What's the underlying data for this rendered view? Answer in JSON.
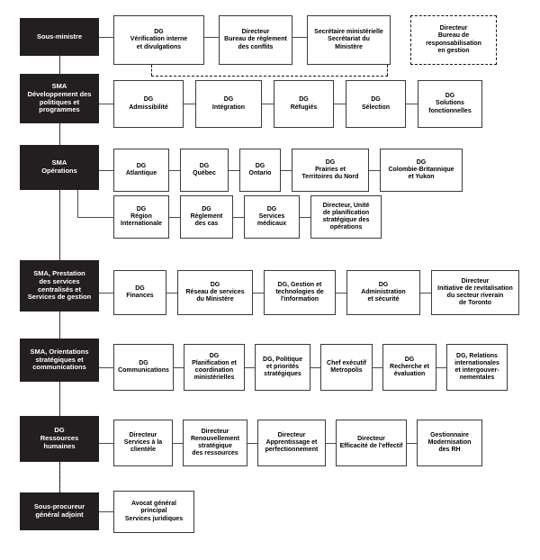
{
  "document": {
    "title": "Organigramme du Ministère",
    "language": "fr",
    "colors": {
      "unit_box_fill": "#231f20",
      "unit_box_text": "#ffffff",
      "leaf_box_fill": "#ffffff",
      "leaf_box_text": "#000000",
      "connector": "#4a4a4a",
      "background": "#ffffff"
    }
  },
  "rows": [
    {
      "id": "row-sous-ministre",
      "unit": {
        "label": "Sous-ministre"
      },
      "children": [
        {
          "label": "DG\nVérification interne\net divulgations",
          "style": "solid"
        },
        {
          "label": "Directeur\nBureau de règlement\ndes conflits",
          "style": "solid"
        },
        {
          "label": "Secrétaire ministérielle\nSecrétariat du\nMinistère",
          "style": "solid"
        },
        {
          "label": "Directeur\nBureau de\nresponsabilisation\nen gestion",
          "style": "dashed"
        }
      ]
    },
    {
      "id": "row-politiques",
      "unit": {
        "label": "SMA\nDéveloppement des\npolitiques et\nprogrammes"
      },
      "children": [
        {
          "label": "DG\nAdmissibilité",
          "style": "solid"
        },
        {
          "label": "DG\nIntégration",
          "style": "solid"
        },
        {
          "label": "DG\nRéfugiés",
          "style": "solid"
        },
        {
          "label": "DG\nSélection",
          "style": "solid"
        },
        {
          "label": "DG\nSolutions\nfonctionnelles",
          "style": "solid"
        }
      ]
    },
    {
      "id": "row-operations",
      "unit": {
        "label": "SMA\nOpérations"
      },
      "children": [
        {
          "label": "DG\nAtlantique",
          "style": "solid"
        },
        {
          "label": "DG\nQuébec",
          "style": "solid"
        },
        {
          "label": "DG\nOntario",
          "style": "solid"
        },
        {
          "label": "DG\nPrairies et\nTerritoires du Nord",
          "style": "solid"
        },
        {
          "label": "DG\nColombie-Britannique\net Yukon",
          "style": "solid"
        }
      ],
      "children_second_row": [
        {
          "label": "DG\nRégion\nInternationale",
          "style": "solid"
        },
        {
          "label": "DG\nRèglement\ndes cas",
          "style": "solid"
        },
        {
          "label": "DG\nServices\nmédicaux",
          "style": "solid"
        },
        {
          "label": "Directeur, Unité\nde planification\nstratégique des\nopérations",
          "style": "solid"
        }
      ]
    },
    {
      "id": "row-prestation",
      "unit": {
        "label": "SMA, Prestation\ndes services\ncentralisés et\nServices de gestion"
      },
      "children": [
        {
          "label": "DG\nFinances",
          "style": "solid"
        },
        {
          "label": "DG\nRéseau de services\ndu Ministère",
          "style": "solid"
        },
        {
          "label": "DG, Gestion et\ntechnologies de\nl'information",
          "style": "solid"
        },
        {
          "label": "DG\nAdministration\net sécurité",
          "style": "solid"
        },
        {
          "label": "Directeur\nInitiative de revitalisation\ndu secteur riverain\nde Toronto",
          "style": "solid"
        }
      ]
    },
    {
      "id": "row-orientations",
      "unit": {
        "label": "SMA, Orientations\nstratégiques et\ncommunications"
      },
      "children": [
        {
          "label": "DG\nCommunications",
          "style": "solid"
        },
        {
          "label": "DG\nPlanification et\ncoordination\nministérielles",
          "style": "solid"
        },
        {
          "label": "DG, Politique\net priorités\nstratégiques",
          "style": "solid"
        },
        {
          "label": "Chef exécutif\nMetropolis",
          "style": "solid"
        },
        {
          "label": "DG\nRecherche et\névaluation",
          "style": "solid"
        },
        {
          "label": "DG, Relations\ninternationales\net intergouver-\nnementales",
          "style": "solid"
        }
      ]
    },
    {
      "id": "row-ressources-humaines",
      "unit": {
        "label": "DG\nRessources\nhumaines"
      },
      "children": [
        {
          "label": "Directeur\nServices à la\nclientèle",
          "style": "solid"
        },
        {
          "label": "Directeur\nRenouvellement\nstratégique\ndes ressources",
          "style": "solid"
        },
        {
          "label": "Directeur\nApprentissage et\nperfectionnement",
          "style": "solid"
        },
        {
          "label": "Directeur\nEfficacité de l'effectif",
          "style": "solid"
        },
        {
          "label": "Gestionnaire\nModernisation\ndes RH",
          "style": "solid"
        }
      ]
    },
    {
      "id": "row-sous-procureur",
      "unit": {
        "label": "Sous-procureur\ngénéral adjoint"
      },
      "children": [
        {
          "label": "Avocat général\nprincipal\nServices juridiques",
          "style": "solid"
        }
      ]
    }
  ]
}
